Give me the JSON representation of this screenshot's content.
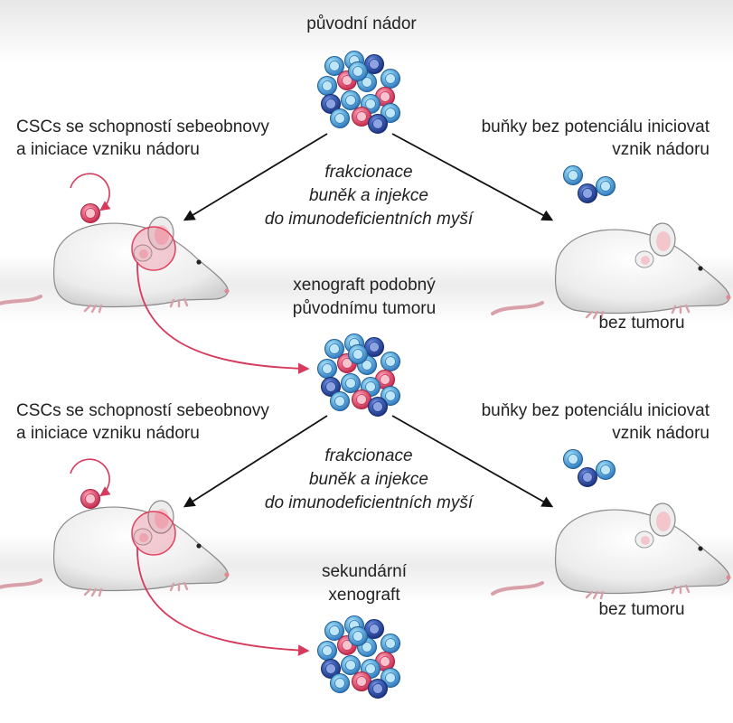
{
  "labels": {
    "original_tumor": "původní nádor",
    "csc_line1": "CSCs se schopností sebeobnovy",
    "csc_line2": "a iniciace vzniku nádoru",
    "noncsc_line1": "buňky bez potenciálu iniciovat",
    "noncsc_line2": "vznik nádoru",
    "fraction_line1": "frakcionace",
    "fraction_line2": "buněk a injekce",
    "fraction_line3": "do imunodeficientních myší",
    "xeno_line1": "xenograft podobný",
    "xeno_line2": "původnímu tumoru",
    "no_tumor": "bez tumoru",
    "secondary_line1": "sekundární",
    "secondary_line2": "xenograft"
  },
  "colors": {
    "csc_red": "#e0405e",
    "cell_blue": "#3f86c4",
    "cell_dark": "#244c9a",
    "cell_light": "#8fd3ec",
    "arrow_black": "#111111",
    "arrow_red": "#d63a5c"
  }
}
